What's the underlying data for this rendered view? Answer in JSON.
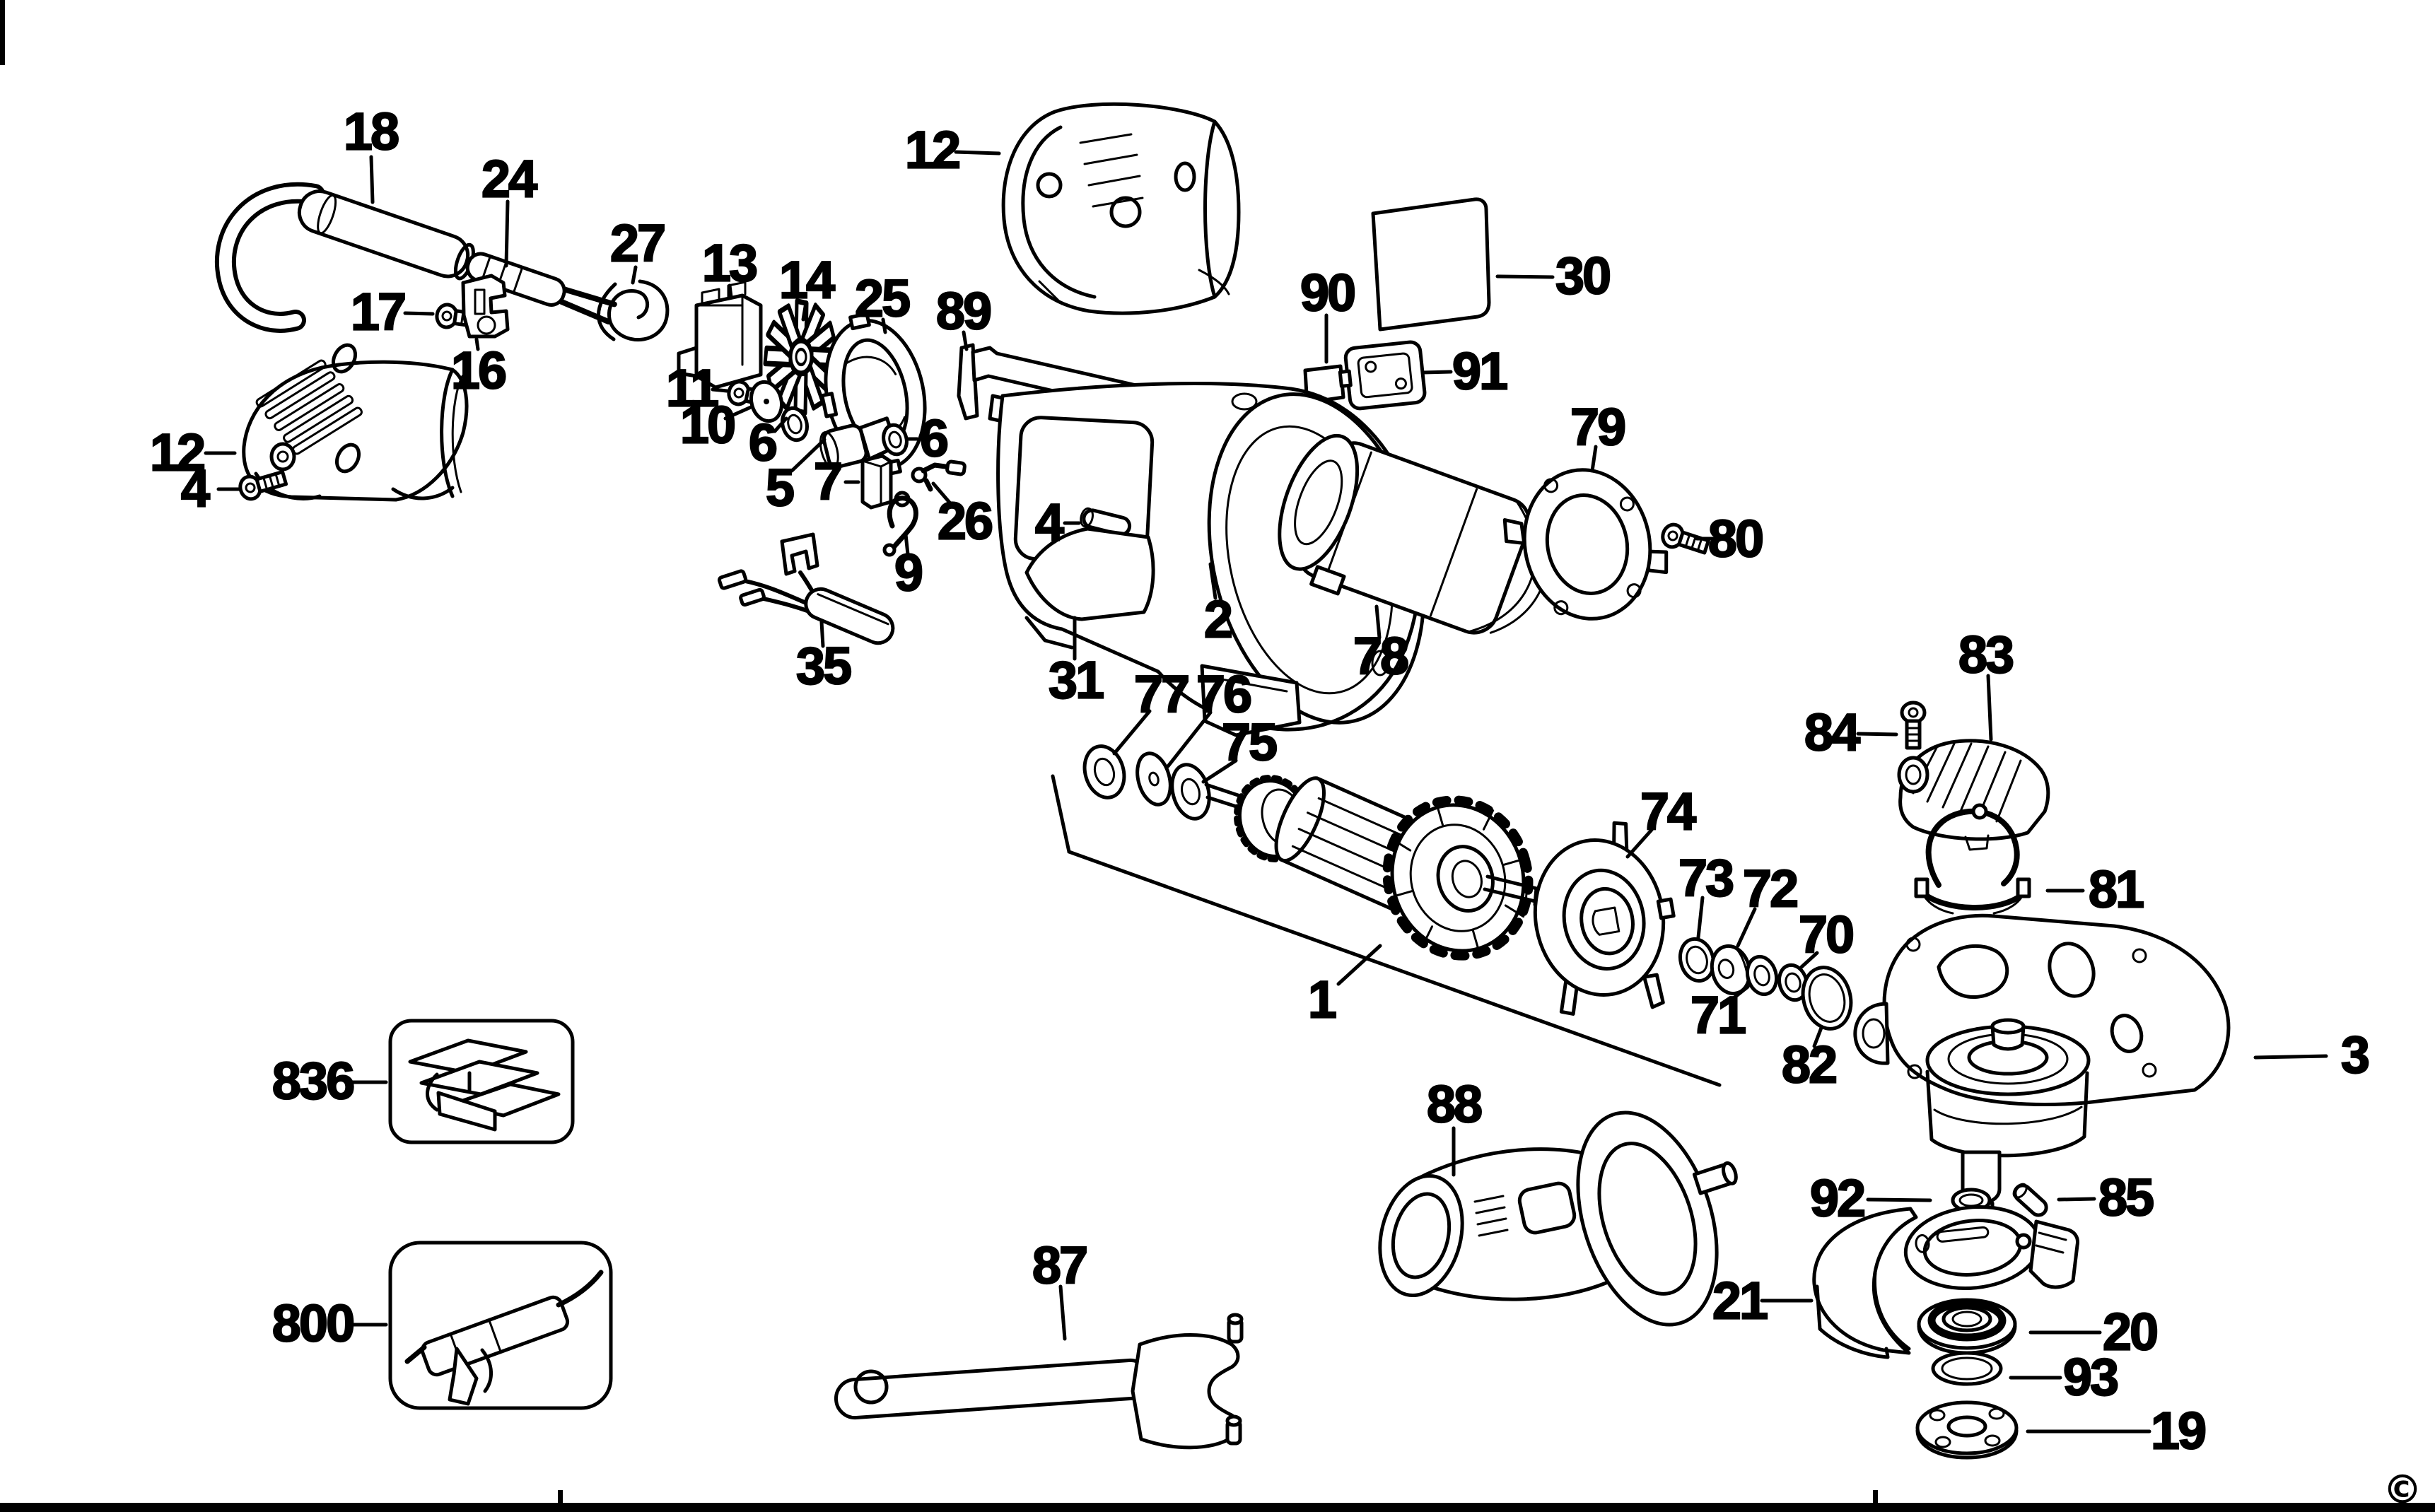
{
  "page": {
    "background": "#ffffff",
    "line_color": "#000000"
  },
  "labels": {
    "n18": "18",
    "n24": "24",
    "n27": "27",
    "n13": "13",
    "n14": "14",
    "n25": "25",
    "n89": "89",
    "n12a": "12",
    "n30": "30",
    "n90": "90",
    "n91": "91",
    "n12b": "12",
    "n17": "17",
    "n16": "16",
    "n4a": "4",
    "n11": "11",
    "n10": "10",
    "n6a": "6",
    "n5": "5",
    "n7": "7",
    "n6b": "6",
    "n26": "26",
    "n9": "9",
    "n35": "35",
    "n31": "31",
    "n4b": "4",
    "n2": "2",
    "n78": "78",
    "n79": "79",
    "n80": "80",
    "n77": "77",
    "n76": "76",
    "n75": "75",
    "n74": "74",
    "n1": "1",
    "n73": "73",
    "n72": "72",
    "n71": "71",
    "n70": "70",
    "n82": "82",
    "n83": "83",
    "n84": "84",
    "n81": "81",
    "n3": "3",
    "n836": "836",
    "n800": "800",
    "n87": "87",
    "n88": "88",
    "n92": "92",
    "n85": "85",
    "n21": "21",
    "n20": "20",
    "n93": "93",
    "n19": "19",
    "copyright": "©"
  },
  "part_numbers": [
    "1",
    "2",
    "3",
    "4",
    "5",
    "6",
    "7",
    "9",
    "10",
    "11",
    "12",
    "13",
    "14",
    "16",
    "17",
    "18",
    "19",
    "20",
    "21",
    "24",
    "25",
    "26",
    "27",
    "30",
    "31",
    "35",
    "70",
    "71",
    "72",
    "73",
    "74",
    "75",
    "76",
    "77",
    "78",
    "79",
    "80",
    "81",
    "82",
    "83",
    "84",
    "85",
    "87",
    "88",
    "89",
    "90",
    "91",
    "92",
    "93",
    "800",
    "836"
  ]
}
